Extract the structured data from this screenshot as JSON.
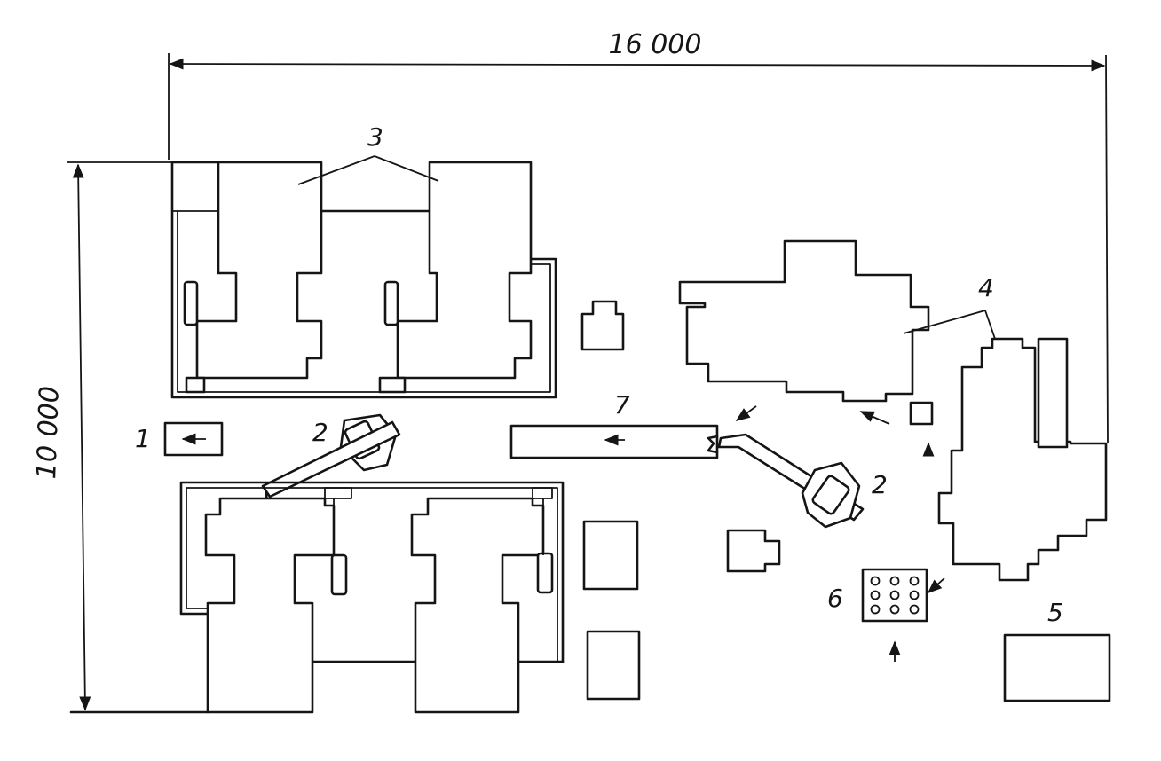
{
  "dimensions": {
    "width_label": "16 000",
    "height_label": "10 000"
  },
  "labels": {
    "item_1": "1",
    "item_2_left": "2",
    "item_2_right": "2",
    "item_3": "3",
    "item_4": "4",
    "item_5": "5",
    "item_6": "6",
    "item_7": "7"
  },
  "colors": {
    "ink": "#151515",
    "paper": "#ffffff"
  }
}
